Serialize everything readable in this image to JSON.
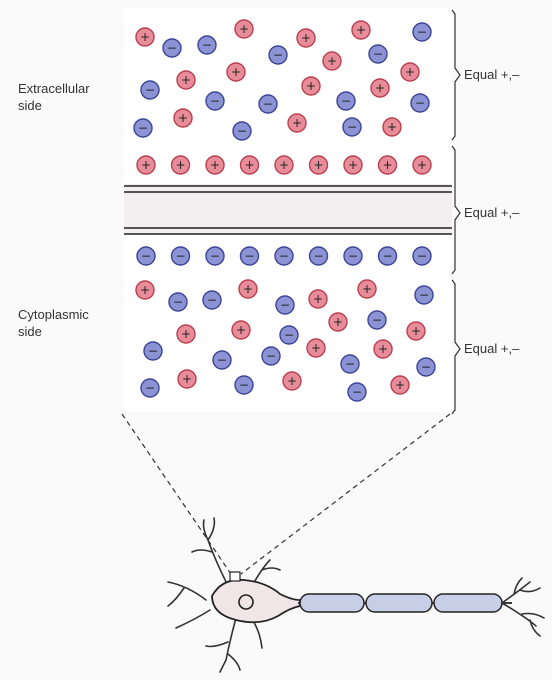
{
  "labels": {
    "extracellular_line1": "Extracellular",
    "extracellular_line2": "side",
    "cytoplasmic_line1": "Cytoplasmic",
    "cytoplasmic_line2": "side",
    "bracket_top": "Equal +,–",
    "bracket_middle": "Equal +,–",
    "bracket_bottom": "Equal +,–"
  },
  "ion_symbols": {
    "positive": "+",
    "negative": "−"
  },
  "colors": {
    "positive_ion": "#e98c9a",
    "positive_ion_stroke": "#b8404f",
    "negative_ion": "#8c93d4",
    "negative_ion_stroke": "#3d4497",
    "panel": "#ffffff",
    "membrane_fill": "#f3eff0",
    "membrane_line": "#555555",
    "neuron_fill": "#f0e6e8",
    "myelin_fill": "#c7cfe6",
    "outline": "#222222"
  },
  "icons": {
    "positive": "positive-ion-icon",
    "negative": "negative-ion-icon"
  }
}
